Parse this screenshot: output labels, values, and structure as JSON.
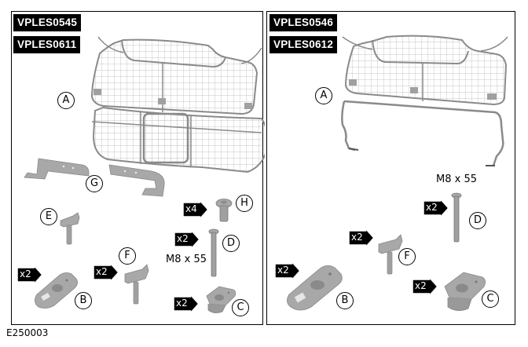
{
  "figure": {
    "id": "E250003"
  },
  "panels": [
    {
      "codes": [
        "VPLES0545",
        "VPLES0611"
      ],
      "parts": [
        {
          "callout": "A",
          "name": "guard-mesh-two-tier"
        },
        {
          "callout": "G",
          "name": "mounting-bracket-pair"
        },
        {
          "callout": "H",
          "name": "bolt-flanged",
          "qty": "x4"
        },
        {
          "callout": "E",
          "name": "wing-fitting"
        },
        {
          "callout": "D",
          "name": "bolt-long",
          "qty": "x2",
          "spec": "M8 x 55"
        },
        {
          "callout": "F",
          "name": "wing-fitting",
          "qty": "x2"
        },
        {
          "callout": "B",
          "name": "anchor-plate",
          "qty": "x2"
        },
        {
          "callout": "C",
          "name": "anchor-nut-block",
          "qty": "x2"
        }
      ]
    },
    {
      "codes": [
        "VPLES0546",
        "VPLES0612"
      ],
      "parts": [
        {
          "callout": "A",
          "name": "guard-mesh-single"
        },
        {
          "callout": "D",
          "name": "bolt-long",
          "qty": "x2",
          "spec": "M8 x 55"
        },
        {
          "callout": "F",
          "name": "wing-fitting",
          "qty": "x2"
        },
        {
          "callout": "B",
          "name": "anchor-plate",
          "qty": "x2"
        },
        {
          "callout": "C",
          "name": "anchor-nut-block",
          "qty": "x2"
        }
      ]
    }
  ],
  "colors": {
    "part_fill": "#a8a8a8",
    "part_dark": "#7d7d7d",
    "mesh_line": "#9a9a9a",
    "label_bg": "#000000"
  }
}
